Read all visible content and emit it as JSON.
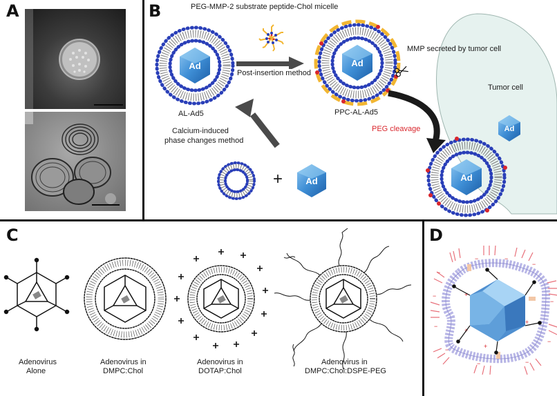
{
  "panels": {
    "a": {
      "letter": "A"
    },
    "b": {
      "letter": "B",
      "title": "PEG-MMP-2 substrate peptide-Chol micelle",
      "post_insertion": "Post-insertion method",
      "mmp_label": "MMP secreted by tumor cell",
      "al_ad5": "AL-Ad5",
      "ppc_al_ad5": "PPC-AL-Ad5",
      "tumor_cell": "Tumor cell",
      "calcium_line1": "Calcium-induced",
      "calcium_line2": "phase changes method",
      "peg_cleavage": "PEG cleavage",
      "plus": "+",
      "ad": "Ad"
    },
    "c": {
      "letter": "C",
      "labels": [
        {
          "line1": "Adenovirus",
          "line2": "Alone"
        },
        {
          "line1": "Adenovirus in",
          "line2": "DMPC:Chol"
        },
        {
          "line1": "Adenovirus in",
          "line2": "DOTAP:Chol"
        },
        {
          "line1": "Adenovirus in",
          "line2": "DMPC:Chol:DSPE-PEG"
        }
      ]
    },
    "d": {
      "letter": "D"
    }
  },
  "colors": {
    "lipid_head": "#2a3fb8",
    "ad_blue": "#3f8fd6",
    "peg_yellow": "#f2b632",
    "peg_cleavage_red": "#d9262c",
    "tumor_fill": "#e6f2ef",
    "panel_d_pink": "#e8707a",
    "panel_d_lavender": "#b8b6e6"
  }
}
